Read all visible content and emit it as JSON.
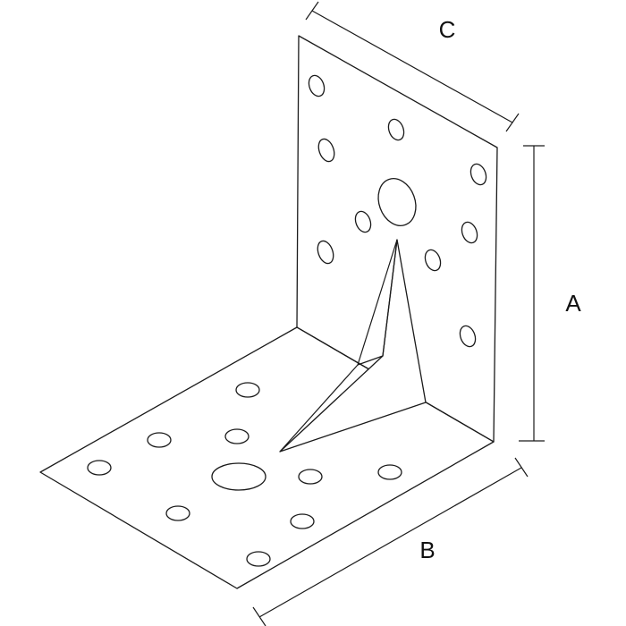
{
  "dimensions": {
    "A": "A",
    "B": "B",
    "C": "C"
  }
}
